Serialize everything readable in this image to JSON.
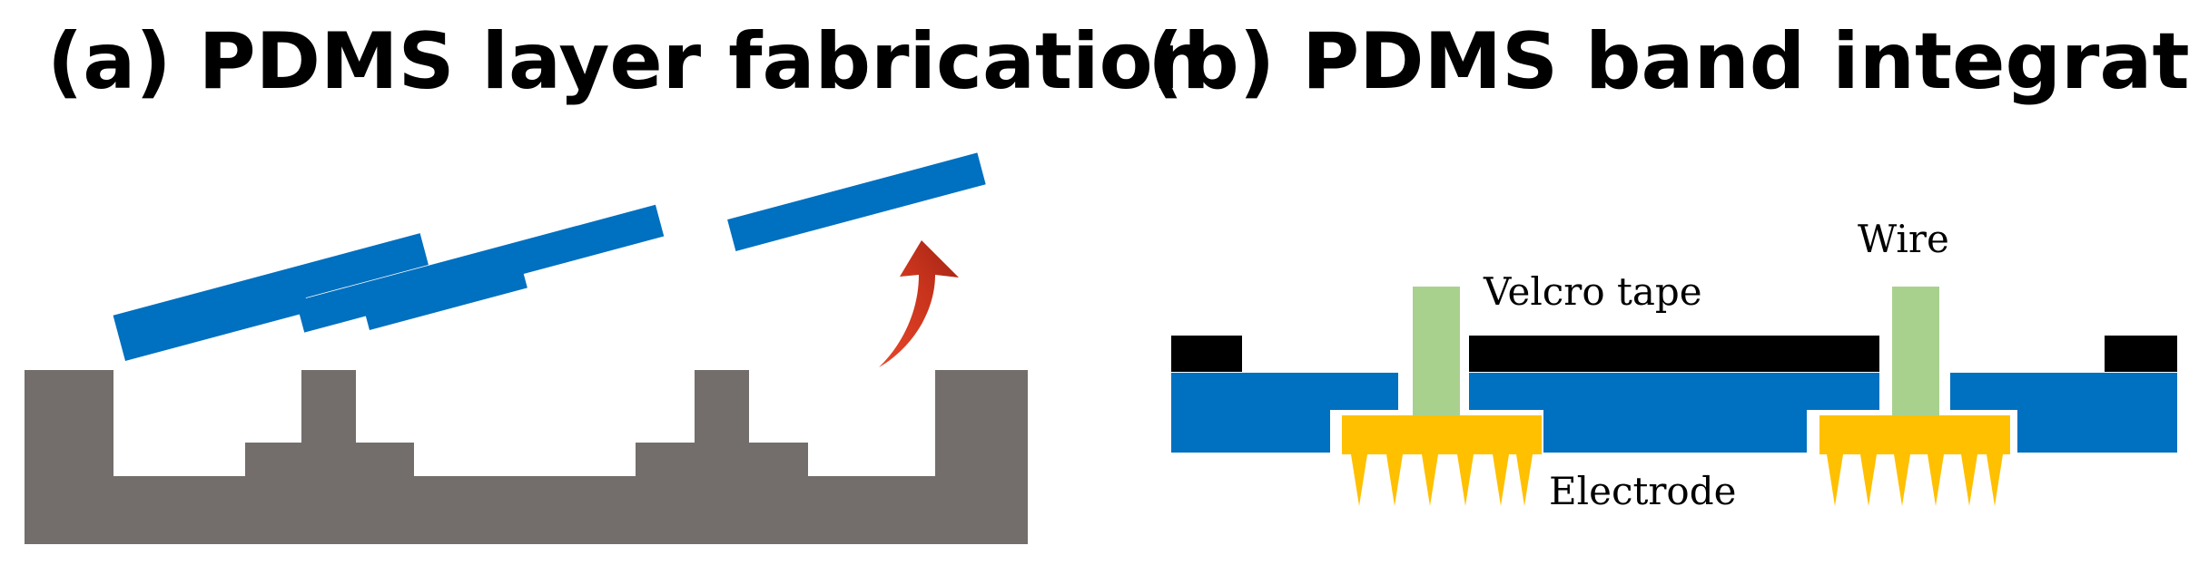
{
  "panels": {
    "a": {
      "title": "(a) PDMS layer fabrication"
    },
    "b": {
      "title": "(b) PDMS band integration"
    }
  },
  "labels": {
    "velcro": "Velcro tape",
    "wire": "Wire",
    "electrode": "Electrode"
  },
  "colors": {
    "mold": "#736E6C",
    "pdms": "#0070C0",
    "velcro": "#000000",
    "wire": "#A9D18E",
    "electrode": "#FFC000",
    "arrow": "#C0391B"
  }
}
